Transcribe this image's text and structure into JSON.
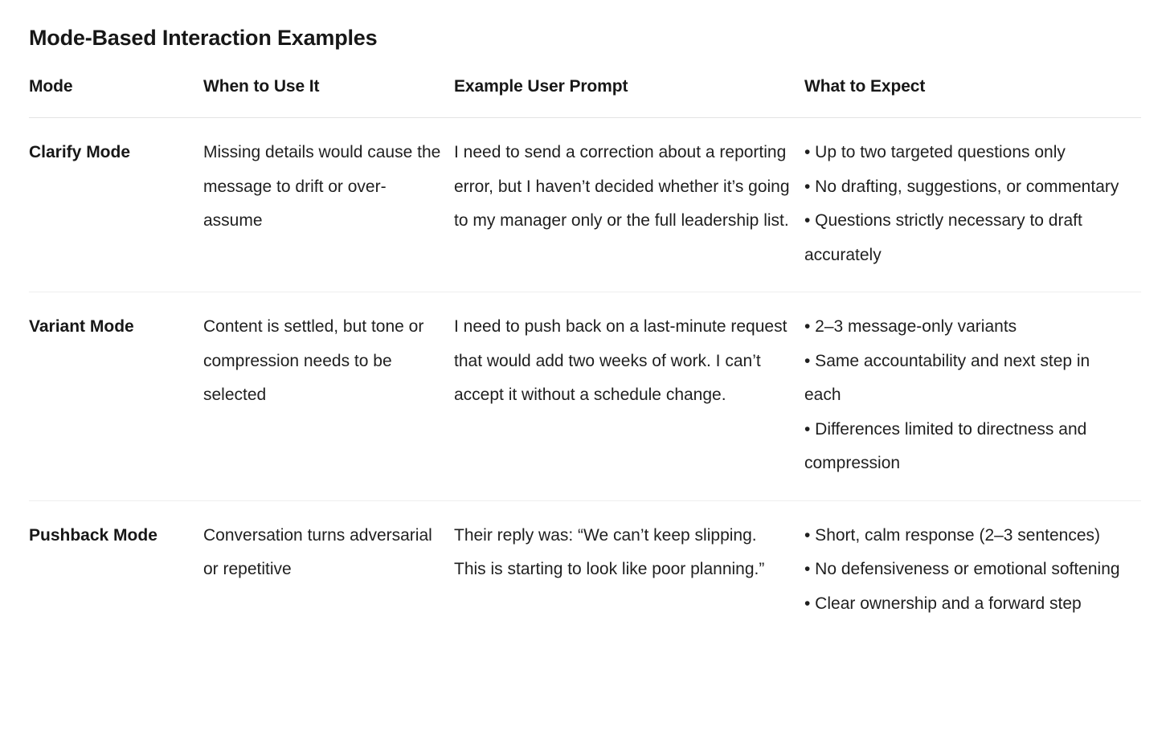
{
  "document": {
    "title": "Mode-Based Interaction Examples",
    "background_color": "#ffffff",
    "text_color": "#1a1a1a",
    "divider_color": "#e8e8e8"
  },
  "table": {
    "columns": [
      {
        "key": "mode",
        "label": "Mode"
      },
      {
        "key": "when",
        "label": "When to Use It"
      },
      {
        "key": "prompt",
        "label": "Example User Prompt"
      },
      {
        "key": "expect",
        "label": "What to Expect"
      }
    ],
    "rows": [
      {
        "mode": "Clarify Mode",
        "when": "Missing details would cause the message to drift or over-assume",
        "prompt": "I need to send a correction about a reporting error, but I haven’t decided whether it’s going to my manager only or the full leadership list.",
        "expect": [
          "• Up to two targeted questions only",
          "• No drafting, suggestions, or commentary",
          "• Questions strictly necessary to draft accurately"
        ]
      },
      {
        "mode": "Variant Mode",
        "when": "Content is settled, but tone or compression needs to be selected",
        "prompt": "I need to push back on a last-minute request that would add two weeks of work. I can’t accept it without a schedule change.",
        "expect": [
          "• 2–3 message-only variants",
          "• Same accountability and next step in each",
          "• Differences limited to directness and compression"
        ]
      },
      {
        "mode": "Pushback Mode",
        "when": "Conversation turns adversarial or repetitive",
        "prompt": "Their reply was: “We can’t keep slipping. This is starting to look like poor planning.”",
        "expect": [
          "• Short, calm response (2–3 sentences)",
          "• No defensiveness or emotional softening",
          "• Clear ownership and a forward step"
        ]
      }
    ]
  }
}
